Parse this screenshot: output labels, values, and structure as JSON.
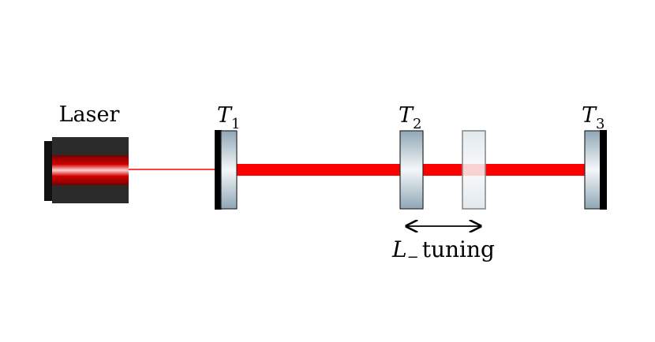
{
  "laser": {
    "label": "Laser"
  },
  "mirrors": [
    {
      "symbol": "T",
      "subscript": "1"
    },
    {
      "symbol": "T",
      "subscript": "2"
    },
    {
      "symbol": "T",
      "subscript": "3"
    }
  ],
  "tuning": {
    "symbol": "L",
    "subscript": "−",
    "text": "tuning"
  },
  "colors": {
    "beam": "#ff0000",
    "laser_body": "#2b2b2b",
    "mirror_glass": "#9fb3c0",
    "mirror_coating": "#000000"
  }
}
